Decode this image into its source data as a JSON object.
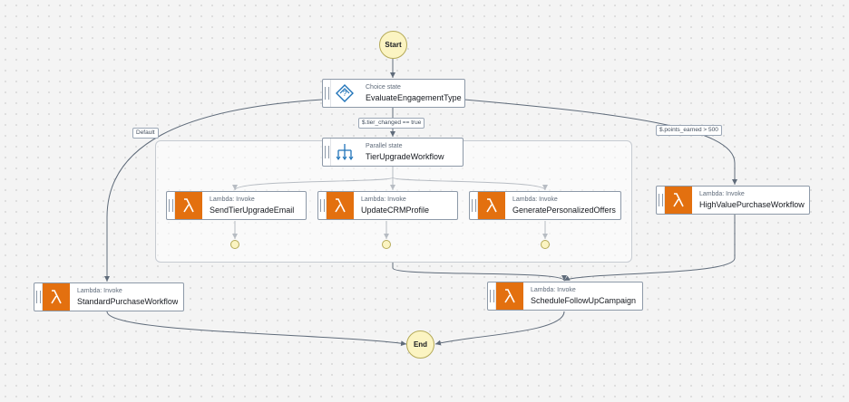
{
  "start": "Start",
  "end": "End",
  "choice": {
    "kind": "Choice state",
    "name": "EvaluateEngagementType"
  },
  "conditions": {
    "tier": "$.tier_changed == true",
    "default": "Default",
    "points": "$.points_earned > 500"
  },
  "parallel": {
    "kind": "Parallel state",
    "name": "TierUpgradeWorkflow"
  },
  "tasks": {
    "send_email": {
      "kind": "Lambda: Invoke",
      "name": "SendTierUpgradeEmail"
    },
    "update_crm": {
      "kind": "Lambda: Invoke",
      "name": "UpdateCRMProfile"
    },
    "offers": {
      "kind": "Lambda: Invoke",
      "name": "GeneratePersonalizedOffers"
    },
    "high_value": {
      "kind": "Lambda: Invoke",
      "name": "HighValuePurchaseWorkflow"
    },
    "standard": {
      "kind": "Lambda: Invoke",
      "name": "StandardPurchaseWorkflow"
    },
    "follow_up": {
      "kind": "Lambda: Invoke",
      "name": "ScheduleFollowUpCampaign"
    }
  },
  "colors": {
    "lambda": "#e3700f",
    "circle_fill": "#fbf4c2",
    "edge": "#5f6b7a",
    "flow_icon": "#2074b9"
  },
  "icons": {
    "lambda": "lambda-icon",
    "choice": "choice-state-icon",
    "parallel": "parallel-state-icon"
  }
}
